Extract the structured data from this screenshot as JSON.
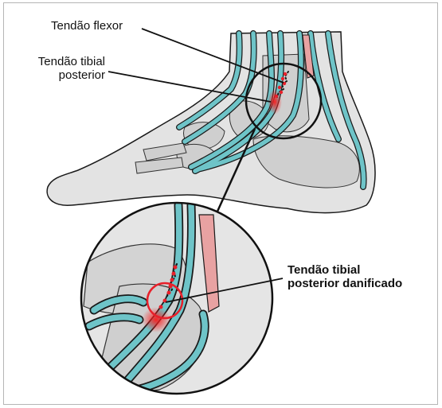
{
  "labels": {
    "flexor_tendon": "Tendão flexor",
    "tibial_tendon_line1": "Tendão tibial",
    "tibial_tendon_line2": "posterior",
    "damaged_line1": "Tendão tibial",
    "damaged_line2": "posterior danificado"
  },
  "colors": {
    "tendon": "#6ec4c8",
    "outline": "#1a1a1a",
    "skin": "#e3e3e3",
    "bone": "#d0d0d0",
    "injury": "#e8202a",
    "muscle": "#e8a2a2"
  }
}
